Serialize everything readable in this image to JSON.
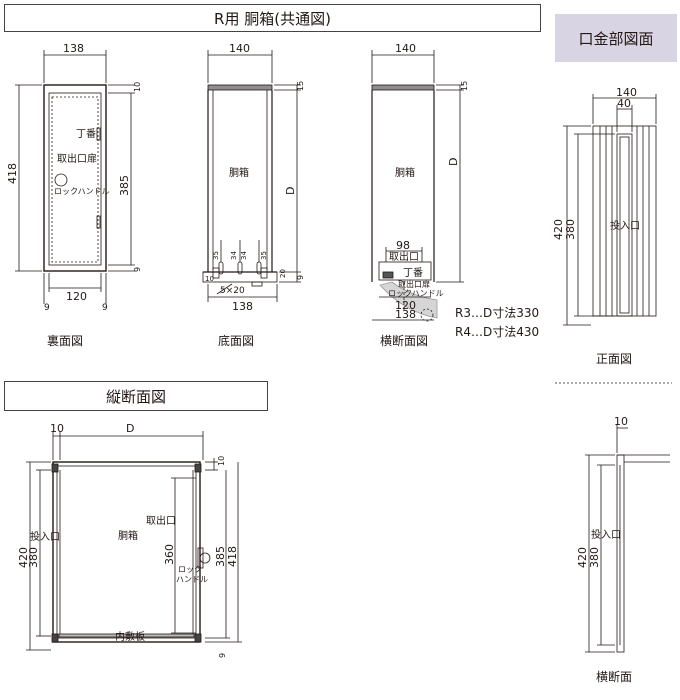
{
  "titles": {
    "main": "R用 胴箱(共通図)",
    "section": "縦断面図",
    "mouth": "口金部図面"
  },
  "captions": {
    "back": "裏面図",
    "bottom": "底面図",
    "cross": "横断面図",
    "front": "正面図",
    "cross2": "横断面"
  },
  "notes": {
    "r3": "R3…D寸法330",
    "r4": "R4…D寸法430"
  },
  "labels": {
    "hinge": "丁番",
    "door": "取出口扉",
    "lock_handle": "ロックハンドル",
    "lock_a": "ロック",
    "lock_b": "ハンドル",
    "bottom_body": "胴箱",
    "body": "胴箱",
    "outlet": "取出口",
    "inlet": "投入口",
    "inner_plate": "内敷板",
    "slot": "5×20",
    "d": "D"
  },
  "dims": {
    "d138": "138",
    "d140": "140",
    "d120": "120",
    "d418": "418",
    "d385": "385",
    "d10": "10",
    "d9": "9",
    "d15": "15",
    "d35": "35",
    "d34": "34",
    "d20": "20",
    "d98": "98",
    "d40": "40",
    "d420": "420",
    "d380": "380",
    "d360": "360"
  }
}
